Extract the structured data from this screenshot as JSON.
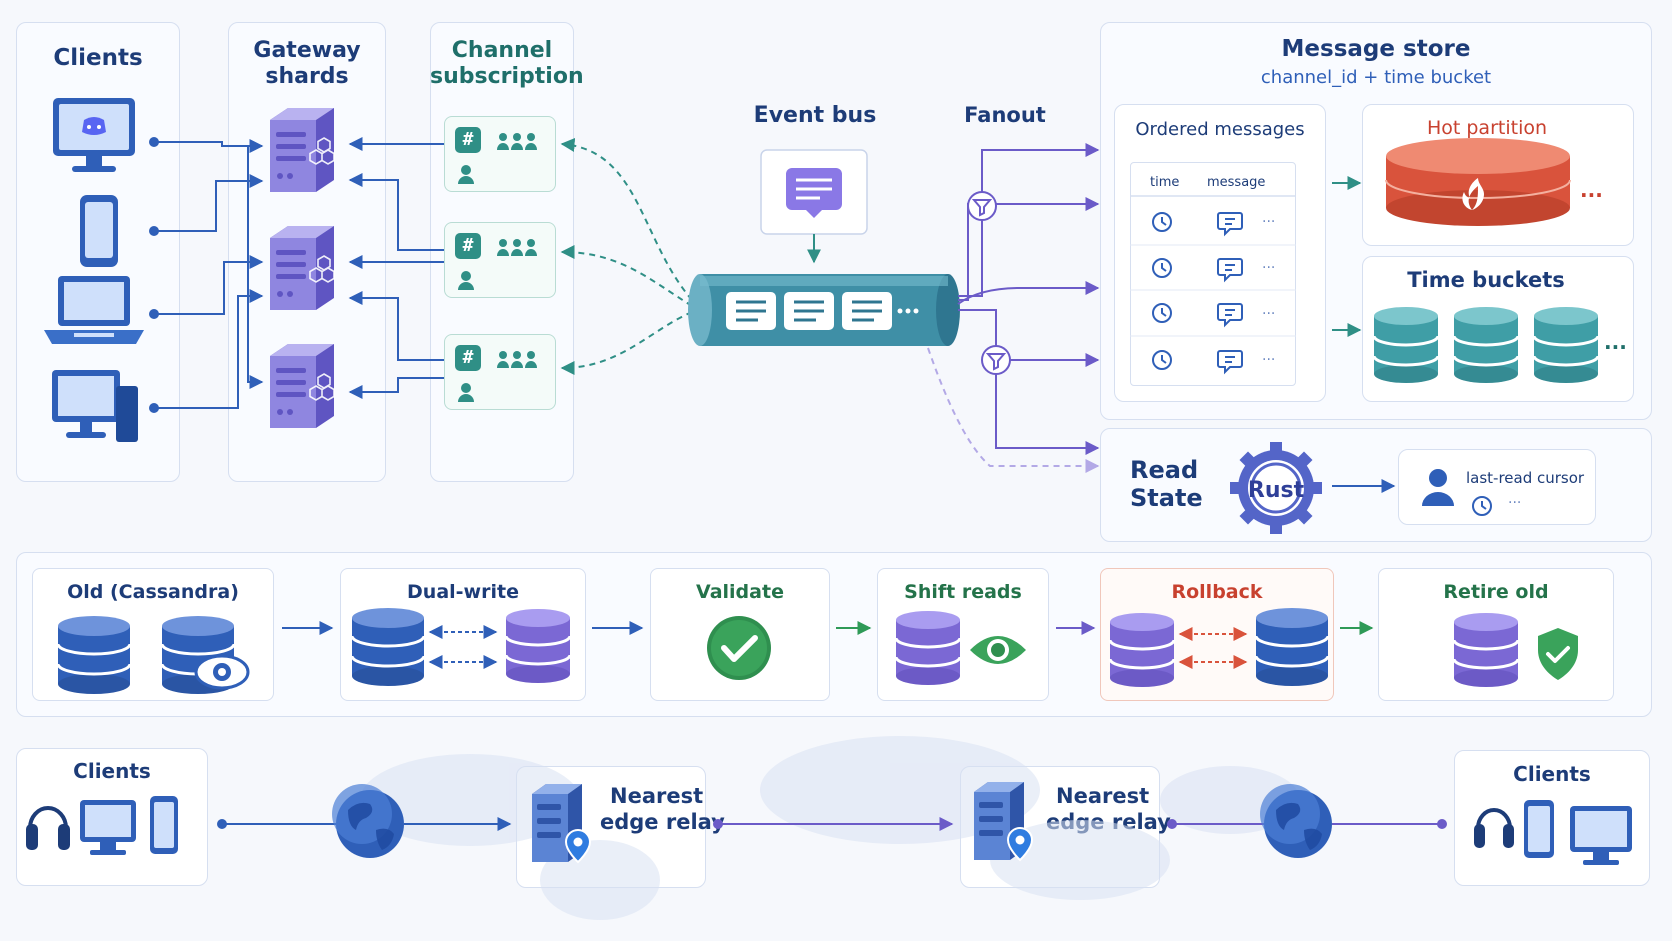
{
  "top": {
    "clients_title": "Clients",
    "gateway_title_1": "Gateway",
    "gateway_title_2": "shards",
    "channel_title_1": "Channel",
    "channel_title_2": "subscription",
    "event_bus_title": "Event bus",
    "fanout_title": "Fanout",
    "store_title": "Message store",
    "store_subtitle": "channel_id + time bucket",
    "ordered_title": "Ordered messages",
    "col_time": "time",
    "col_message": "message",
    "ellipsis": "···",
    "hot_title": "Hot partition",
    "hot_ellipsis": "...",
    "buckets_title": "Time buckets",
    "buckets_ellipsis": "...",
    "read_state_1": "Read",
    "read_state_2": "State",
    "rust_label": "Rust",
    "cursor_label": "last-read cursor",
    "cursor_ellipsis": "···",
    "channel_hash": "#"
  },
  "migration": {
    "stages": [
      {
        "label": "Old (Cassandra)"
      },
      {
        "label": "Dual-write"
      },
      {
        "label": "Validate"
      },
      {
        "label": "Shift reads"
      },
      {
        "label": "Rollback"
      },
      {
        "label": "Retire old"
      }
    ]
  },
  "edge": {
    "clients_left": "Clients",
    "relay_left_1": "Nearest",
    "relay_left_2": "edge relay",
    "relay_right_1": "Nearest",
    "relay_right_2": "edge relay",
    "clients_right": "Clients"
  },
  "colors": {
    "navy": "#1d3c78",
    "blue": "#2f5fb8",
    "purple": "#6b5bc8",
    "teal": "#2f8f86",
    "red": "#d9533c",
    "green": "#2f9a57"
  }
}
